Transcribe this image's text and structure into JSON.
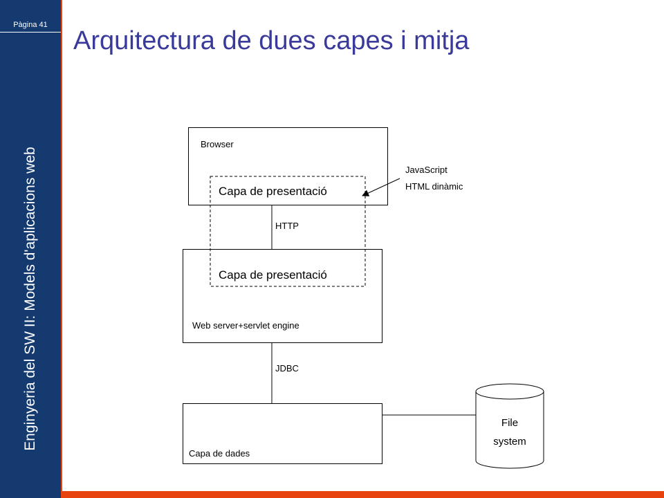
{
  "sidebar": {
    "page_label": "Pàgina 41",
    "course_title": "Enginyeria del SW II: Models d'aplicacions web"
  },
  "slide": {
    "title": "Arquitectura de dues capes i mitja"
  },
  "diagram": {
    "browser_label": "Browser",
    "presentation_top_label": "Capa de presentació",
    "presentation_bottom_label": "Capa de presentació",
    "annotation_line1": "JavaScript",
    "annotation_line2": "HTML dinàmic",
    "http_label": "HTTP",
    "webserver_label": "Web server+servlet engine",
    "jdbc_label": "JDBC",
    "data_label": "Capa de dades",
    "filesystem_line1": "File",
    "filesystem_line2": "system"
  },
  "colors": {
    "sidebar_bg": "#143a70",
    "accent": "#e8430f",
    "title": "#3a3a9a"
  }
}
